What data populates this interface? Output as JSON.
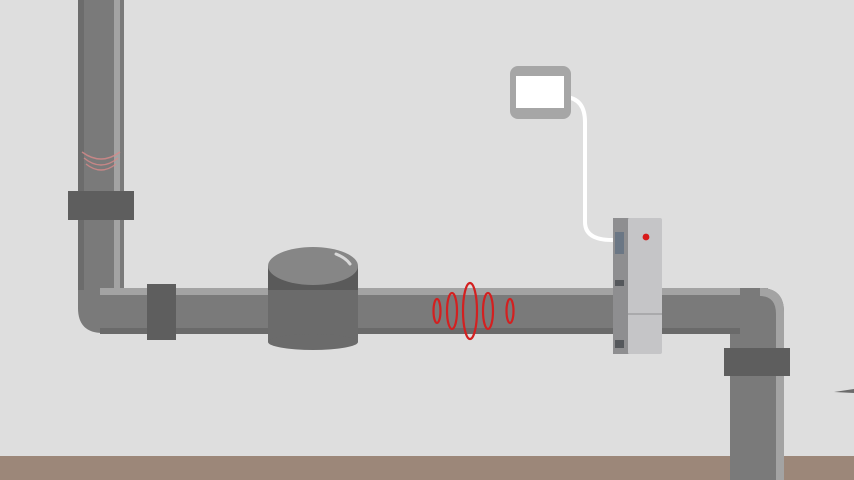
{
  "scene": {
    "colors": {
      "background": "#dedede",
      "floor": "#9c8779",
      "pipe": "#7a7a7a",
      "pipe_highlight": "#a3a3a3",
      "pipe_shadow": "#666666",
      "fitting": "#5e5e5e",
      "meter_body": "#6b6b6b",
      "meter_top": "#868686",
      "device_body": "#a9a9ab",
      "device_panel": "#c5c5c7",
      "led": "#d81a1a",
      "signal": "#d32020",
      "cable": "#ffffff",
      "plug_frame": "#a6a6a6",
      "plug_face": "#ffffff"
    },
    "elements": {
      "vertical_pipe_left": "vertical-pipe",
      "horizontal_pipe": "horizontal-pipe",
      "vertical_pipe_right": "vertical-pipe",
      "water_meter": "water-meter",
      "leak_detector": "leak-detector-device",
      "power_outlet": "wall-outlet",
      "signal_waves": "sound-wave-icon",
      "floor": "floor-strip"
    }
  }
}
